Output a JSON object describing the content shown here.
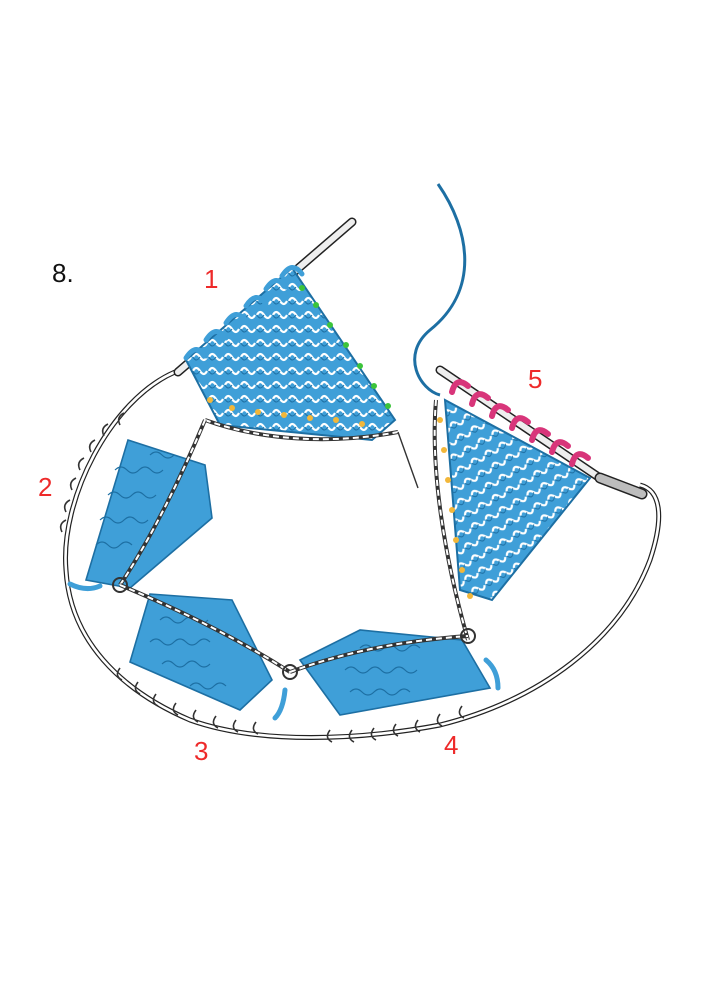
{
  "step": "8.",
  "labels": [
    "1",
    "2",
    "3",
    "4",
    "5"
  ],
  "colors": {
    "knit_blue": "#3f9fd8",
    "knit_dark": "#1d6fa3",
    "label_red": "#ee2a2a",
    "highlight_green": "#3cc43a",
    "highlight_yellow": "#f2b73a",
    "highlight_magenta": "#d8357a",
    "cable_gray": "#bdbdbd",
    "outline": "#222222"
  },
  "icons": [
    "circular-needle",
    "knitted-triangle",
    "working-yarn",
    "connecting-chain"
  ]
}
